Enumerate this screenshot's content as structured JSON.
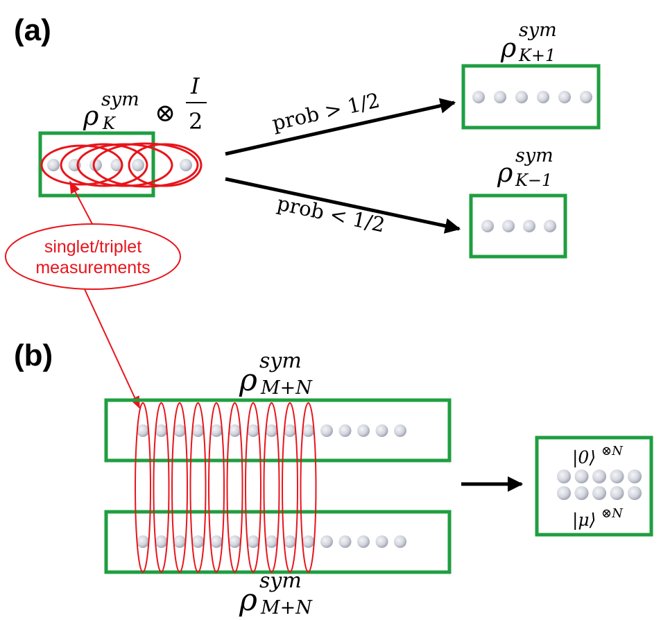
{
  "panels": {
    "a": {
      "label": "(a)",
      "input_state": {
        "rho": "ρ",
        "sup": "sym",
        "sub": "K",
        "otimes": "⊗",
        "frac_num": "I",
        "frac_den": "2"
      },
      "output_top": {
        "rho": "ρ",
        "sup": "sym",
        "sub": "K+1"
      },
      "output_bottom": {
        "rho": "ρ",
        "sup": "sym",
        "sub": "K−1"
      },
      "arrow_top_label": "prob > 1/2",
      "arrow_bottom_label": "prob < 1/2",
      "callout": {
        "line1": "singlet/triplet",
        "line2": "measurements"
      }
    },
    "b": {
      "label": "(b)",
      "state_top": {
        "rho": "ρ",
        "sup": "sym",
        "sub": "M+N"
      },
      "state_bottom": {
        "rho": "ρ",
        "sup": "sym",
        "sub": "M+N"
      },
      "result_top": {
        "ket": "|0⟩",
        "power": "⊗N"
      },
      "result_bottom": {
        "ket": "|μ⟩",
        "power": "⊗N"
      }
    }
  },
  "colors": {
    "box": "#1f9e40",
    "measurement": "#e8141b",
    "arrow": "#000000",
    "qubit": "#c9ccd6"
  },
  "icons": {
    "qubit": "qubit-sphere-icon",
    "arrow": "arrow-right-icon"
  }
}
